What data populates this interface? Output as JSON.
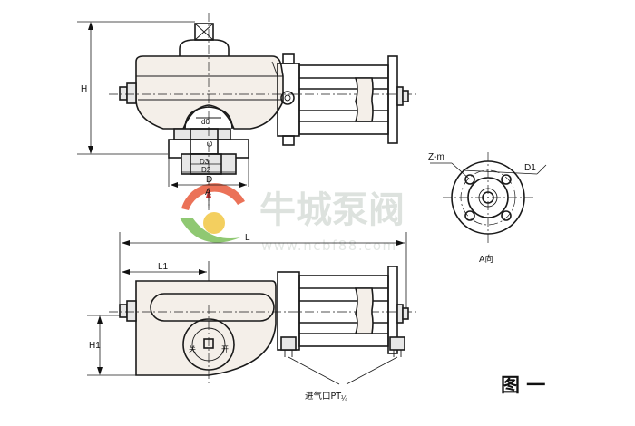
{
  "watermark": {
    "brand": "牛城泵阀",
    "url": "www.ncbf88.com",
    "colors": {
      "red": "#e85a3c",
      "green": "#7cbf5a",
      "yellow": "#f2c744"
    }
  },
  "labels": {
    "H": "H",
    "d0": "d0",
    "G": "G",
    "D3": "D3",
    "D2": "D2",
    "D": "D",
    "A": "A",
    "L": "L",
    "L1": "L1",
    "H1": "H1",
    "Zm": "Z-m",
    "D1": "D1",
    "view_A": "A向",
    "close_char": "关",
    "open_char": "开",
    "air_inlet": "进气口PT",
    "air_inlet_frac": "¼",
    "figure": "图 一"
  }
}
